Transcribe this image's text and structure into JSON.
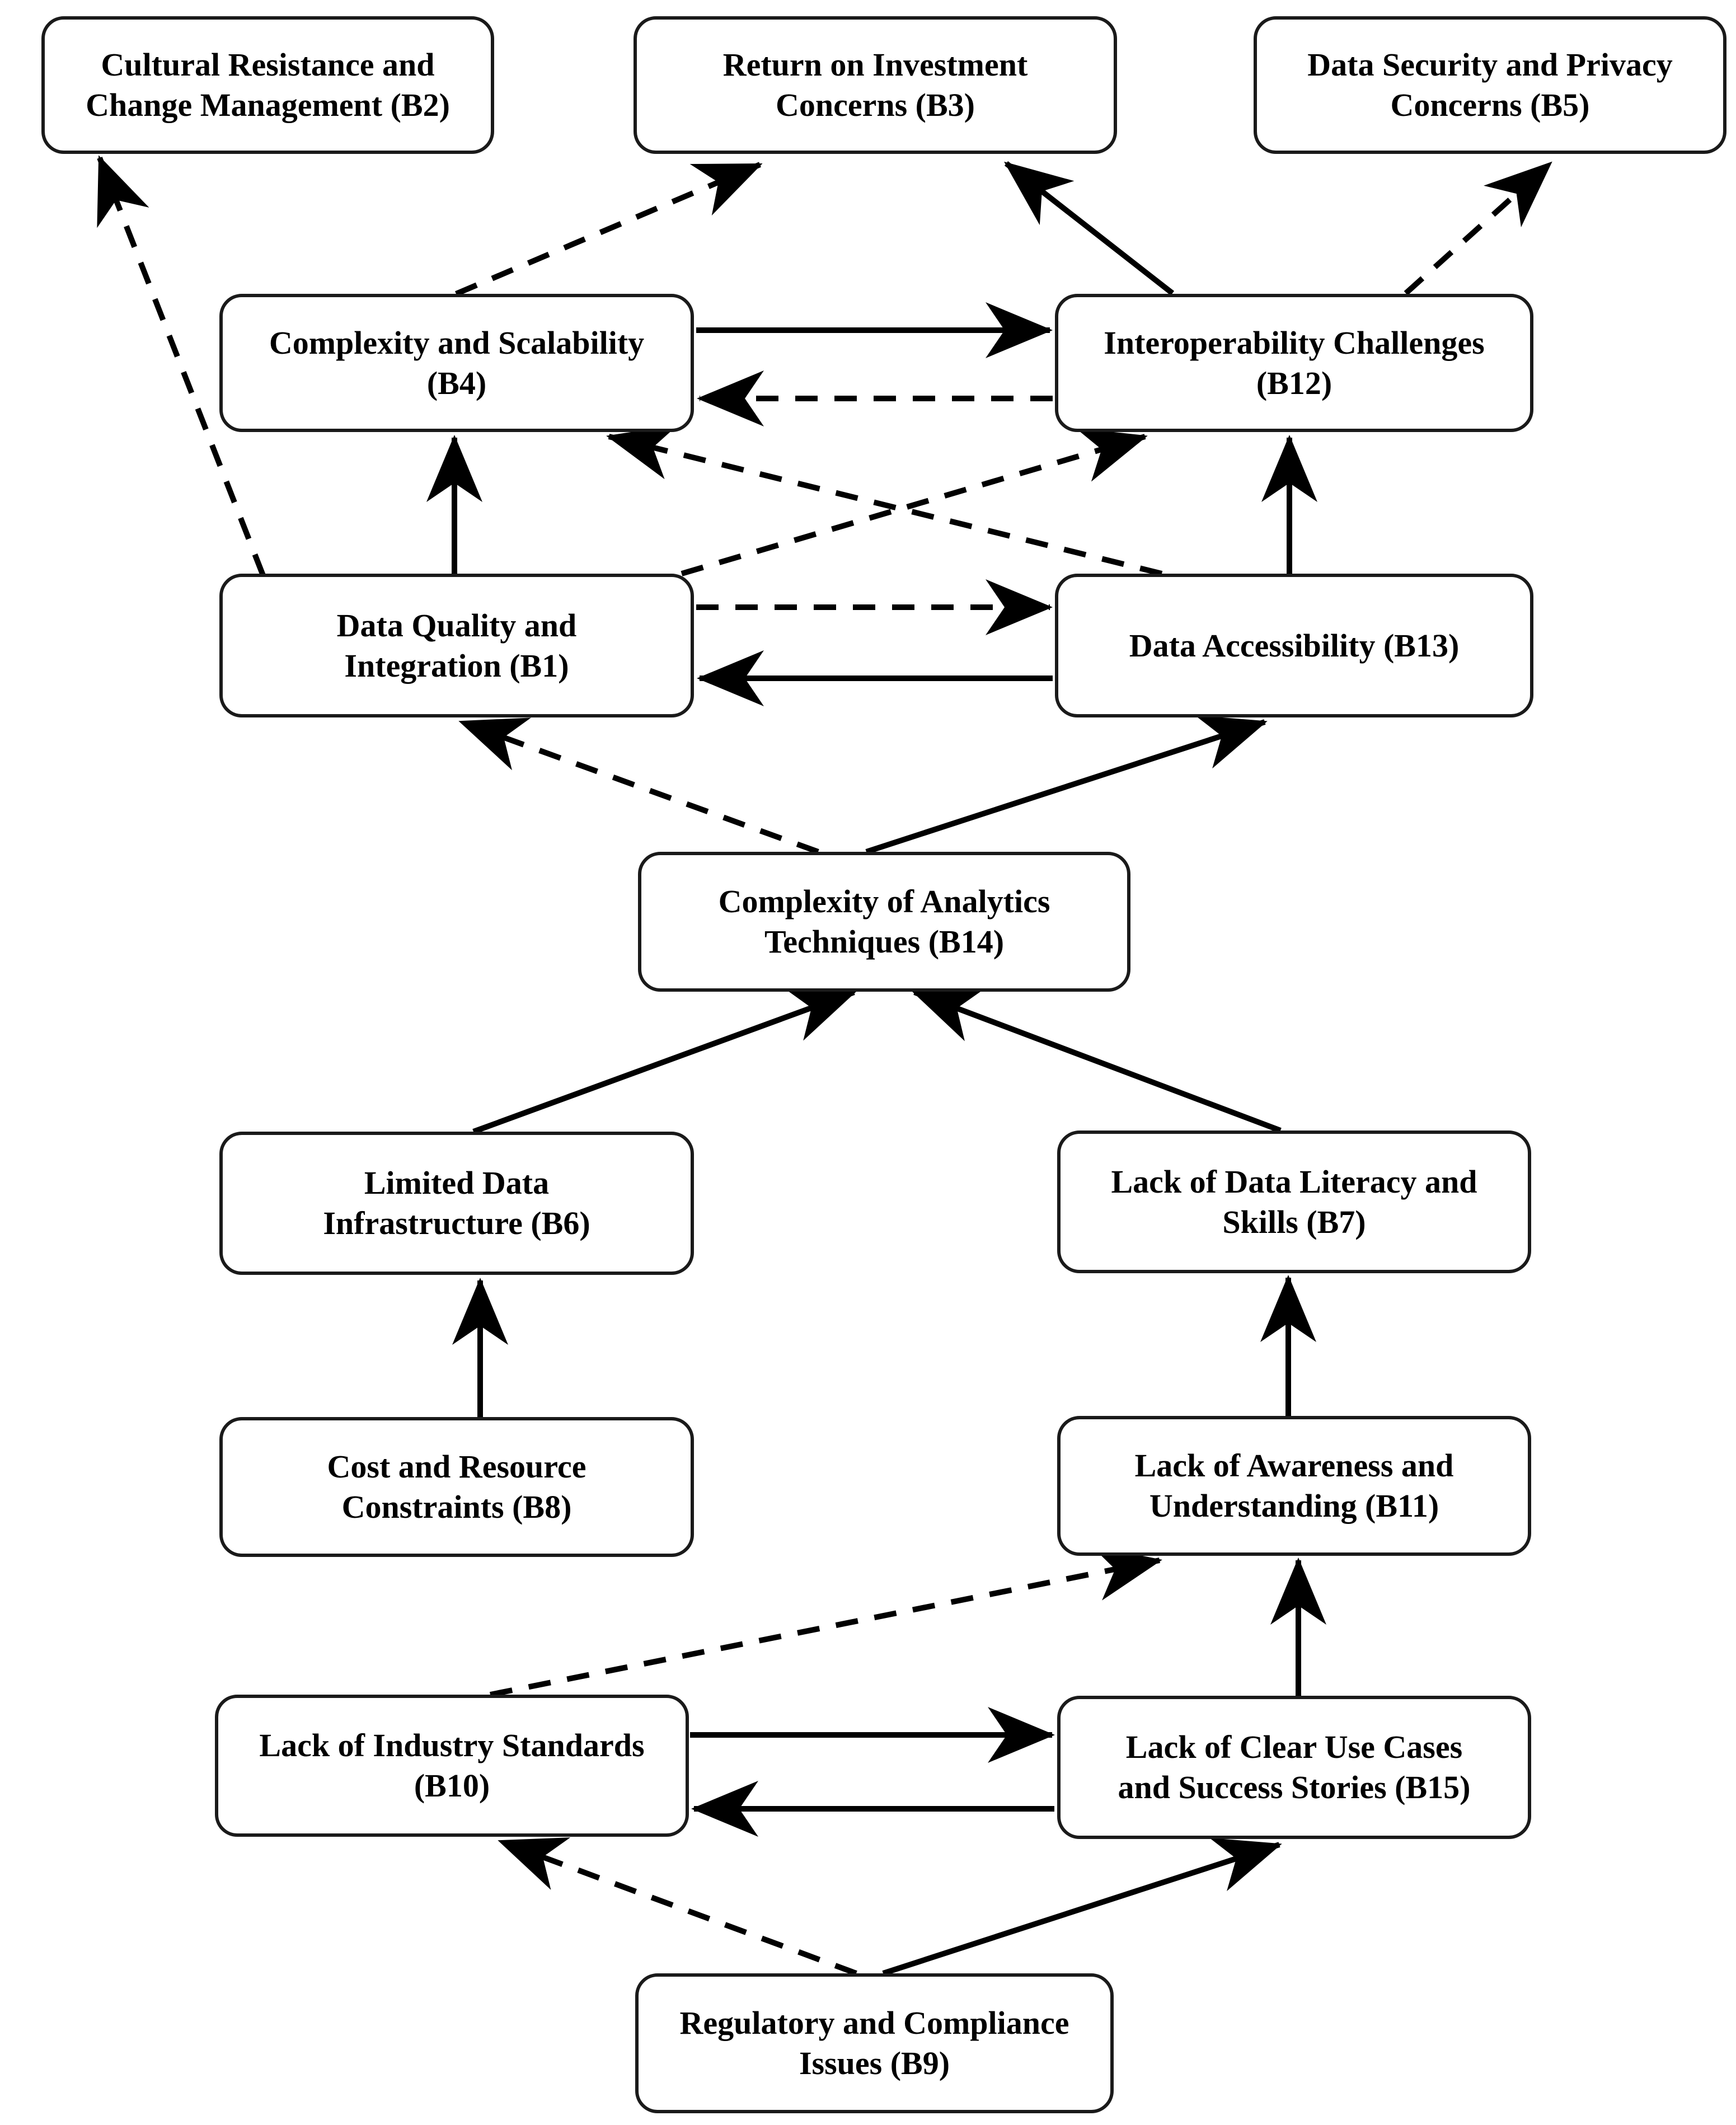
{
  "diagram": {
    "description": "Interpretive structural model of barriers (B1-B15) with solid and dashed directed arrows",
    "colors": {
      "background": "#ffffff",
      "box_fill": "#ffffff",
      "box_border": "#1a1a1a",
      "line": "#000000",
      "text": "#000000"
    },
    "nodes": [
      {
        "id": "B2",
        "line1": "Cultural Resistance and",
        "line2": "Change Management (B2)"
      },
      {
        "id": "B3",
        "line1": "Return on Investment",
        "line2": "Concerns (B3)"
      },
      {
        "id": "B5",
        "line1": "Data Security and Privacy",
        "line2": "Concerns (B5)"
      },
      {
        "id": "B4",
        "line1": "Complexity and Scalability",
        "line2": "(B4)"
      },
      {
        "id": "B12",
        "line1": "Interoperability Challenges",
        "line2": "(B12)"
      },
      {
        "id": "B1",
        "line1": "Data Quality and",
        "line2": "Integration (B1)"
      },
      {
        "id": "B13",
        "line1": "Data Accessibility (B13)"
      },
      {
        "id": "B14",
        "line1": "Complexity of Analytics",
        "line2": "Techniques (B14)"
      },
      {
        "id": "B6",
        "line1": "Limited Data",
        "line2": "Infrastructure (B6)"
      },
      {
        "id": "B7",
        "line1": "Lack of Data Literacy and",
        "line2": "Skills (B7)"
      },
      {
        "id": "B8",
        "line1": "Cost and Resource",
        "line2": "Constraints (B8)"
      },
      {
        "id": "B11",
        "line1": "Lack of Awareness and",
        "line2": "Understanding (B11)"
      },
      {
        "id": "B10",
        "line1": "Lack of Industry Standards",
        "line2": "(B10)"
      },
      {
        "id": "B15",
        "line1": "Lack of Clear Use Cases",
        "line2": "and Success Stories (B15)"
      },
      {
        "id": "B9",
        "line1": "Regulatory and Compliance",
        "line2": "Issues (B9)"
      }
    ],
    "edges": [
      {
        "from": "B1",
        "to": "B2",
        "style": "dashed"
      },
      {
        "from": "B4",
        "to": "B3",
        "style": "dashed"
      },
      {
        "from": "B12",
        "to": "B3",
        "style": "solid"
      },
      {
        "from": "B12",
        "to": "B5",
        "style": "dashed"
      },
      {
        "from": "B4",
        "to": "B12",
        "style": "solid"
      },
      {
        "from": "B12",
        "to": "B4",
        "style": "dashed"
      },
      {
        "from": "B1",
        "to": "B4",
        "style": "solid"
      },
      {
        "from": "B13",
        "to": "B12",
        "style": "solid"
      },
      {
        "from": "B1",
        "to": "B12",
        "style": "dashed"
      },
      {
        "from": "B13",
        "to": "B4",
        "style": "dashed"
      },
      {
        "from": "B1",
        "to": "B13",
        "style": "dashed"
      },
      {
        "from": "B13",
        "to": "B1",
        "style": "solid"
      },
      {
        "from": "B14",
        "to": "B1",
        "style": "dashed"
      },
      {
        "from": "B14",
        "to": "B13",
        "style": "solid"
      },
      {
        "from": "B6",
        "to": "B14",
        "style": "solid"
      },
      {
        "from": "B7",
        "to": "B14",
        "style": "solid"
      },
      {
        "from": "B8",
        "to": "B6",
        "style": "solid"
      },
      {
        "from": "B11",
        "to": "B7",
        "style": "solid"
      },
      {
        "from": "B10",
        "to": "B11",
        "style": "dashed"
      },
      {
        "from": "B15",
        "to": "B11",
        "style": "solid"
      },
      {
        "from": "B10",
        "to": "B15",
        "style": "solid"
      },
      {
        "from": "B15",
        "to": "B10",
        "style": "solid"
      },
      {
        "from": "B9",
        "to": "B10",
        "style": "dashed"
      },
      {
        "from": "B9",
        "to": "B15",
        "style": "solid"
      }
    ]
  }
}
